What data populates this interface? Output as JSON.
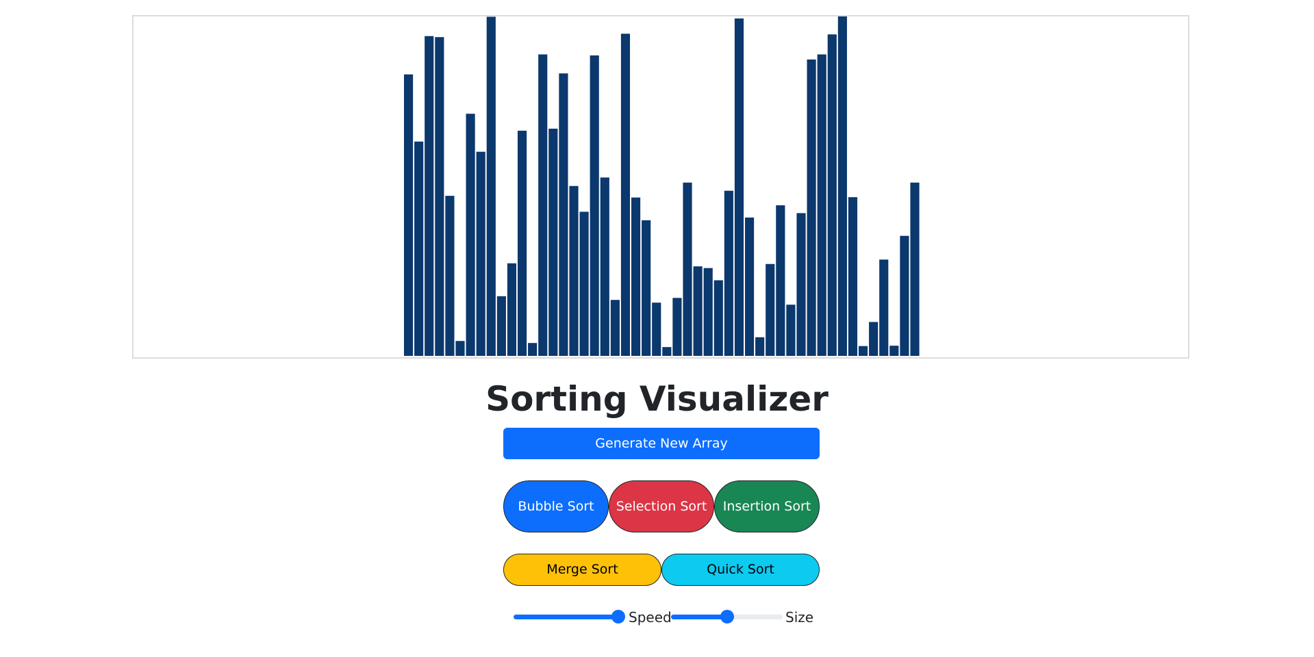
{
  "title": "Sorting Visualizer",
  "colors": {
    "bar": "#0b386d",
    "primary": "#0d6efd",
    "danger": "#dc3545",
    "success": "#198754",
    "warning": "#ffc107",
    "info": "#0dcaf0"
  },
  "chart_data": {
    "type": "bar",
    "values": [
      830,
      632,
      943,
      940,
      472,
      44,
      714,
      602,
      1000,
      176,
      273,
      664,
      38,
      889,
      670,
      833,
      501,
      425,
      886,
      526,
      165,
      950,
      467,
      400,
      157,
      26,
      171,
      511,
      264,
      259,
      223,
      487,
      995,
      408,
      55,
      271,
      444,
      151,
      421,
      874,
      889,
      948,
      1001,
      468,
      29,
      100,
      284,
      30,
      354,
      511
    ],
    "ylim": [
      0,
      1001
    ]
  },
  "controls": {
    "generate_label": "Generate New Array",
    "bubble_label": "Bubble Sort",
    "selection_label": "Selection Sort",
    "insertion_label": "Insertion Sort",
    "merge_label": "Merge Sort",
    "quick_label": "Quick Sort"
  },
  "sliders": {
    "speed": {
      "label": "Speed",
      "value": 1.0
    },
    "size": {
      "label": "Size",
      "value": 0.5
    }
  }
}
